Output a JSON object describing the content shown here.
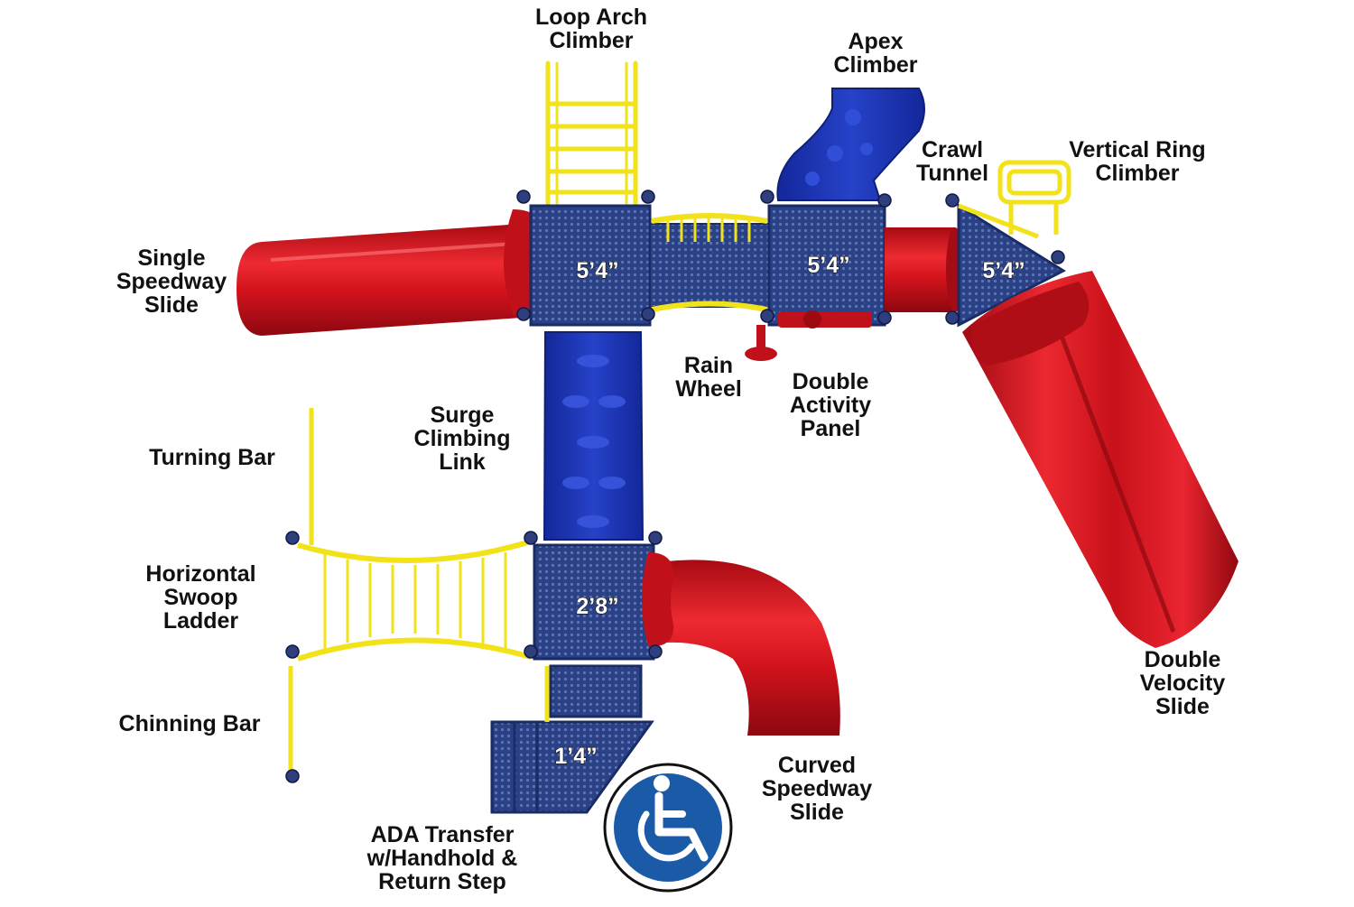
{
  "labels": {
    "loop_arch_climber": [
      "Loop Arch",
      "Climber"
    ],
    "apex_climber": [
      "Apex",
      "Climber"
    ],
    "crawl_tunnel": [
      "Crawl",
      "Tunnel"
    ],
    "vertical_ring_climber": [
      "Vertical Ring",
      "Climber"
    ],
    "single_speedway_slide": [
      "Single",
      "Speedway",
      "Slide"
    ],
    "rain_wheel": [
      "Rain",
      "Wheel"
    ],
    "double_activity_panel": [
      "Double",
      "Activity",
      "Panel"
    ],
    "surge_climbing_link": [
      "Surge",
      "Climbing",
      "Link"
    ],
    "turning_bar": [
      "Turning Bar"
    ],
    "horizontal_swoop_ladder": [
      "Horizontal",
      "Swoop",
      "Ladder"
    ],
    "chinning_bar": [
      "Chinning Bar"
    ],
    "curved_speedway_slide": [
      "Curved",
      "Speedway",
      "Slide"
    ],
    "double_velocity_slide": [
      "Double",
      "Velocity",
      "Slide"
    ],
    "ada_transfer": [
      "ADA Transfer",
      "w/Handhold &",
      "Return Step"
    ]
  },
  "deck_heights": {
    "deck_left": "5’4”",
    "deck_middle": "5’4”",
    "deck_right": "5’4”",
    "deck_lower": "2’8”",
    "deck_transfer": "1’4”"
  },
  "icons": {
    "accessibility": "wheelchair-accessibility-icon"
  },
  "colors": {
    "slide_red": "#d2131c",
    "deck_blue": "#263f86",
    "climber_blue": "#1c33b5",
    "rail_yellow": "#f4e61a",
    "label_text": "#111111",
    "badge_blue": "#1a5aa7"
  }
}
